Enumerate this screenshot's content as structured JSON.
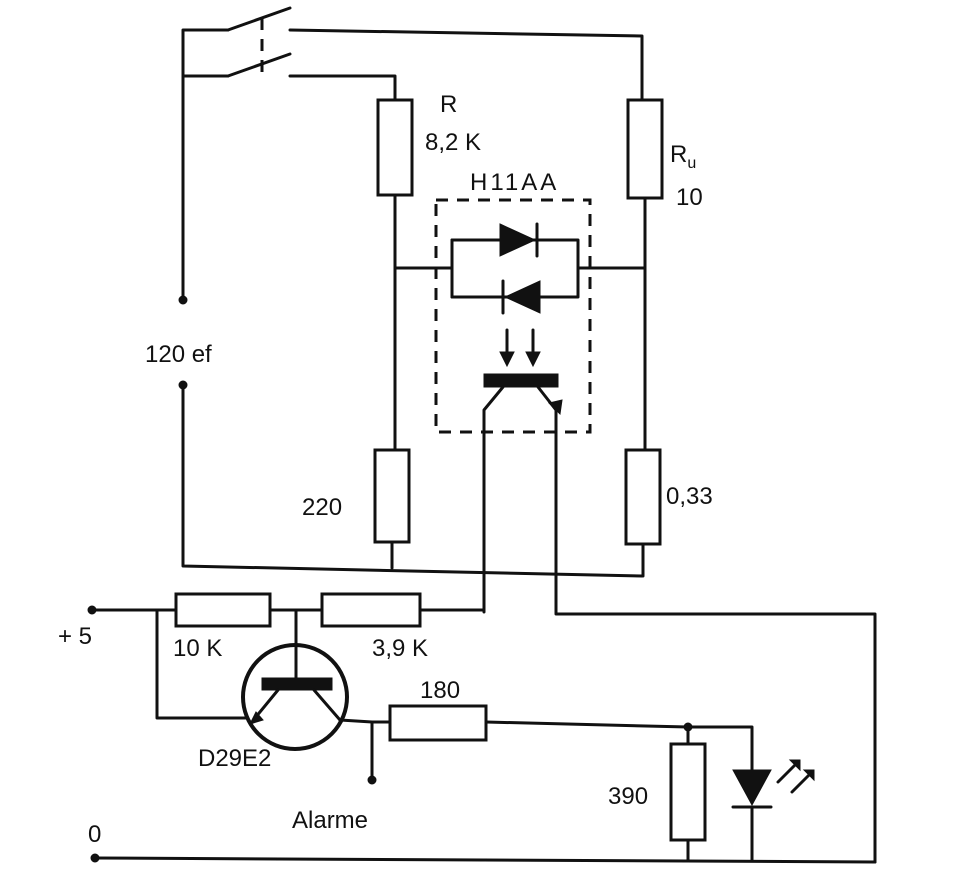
{
  "labels": {
    "r_main": "R",
    "r_main_value": "8,2 K",
    "optocoupler": "H11AA",
    "r_u": "R",
    "r_u_sub": "u",
    "r_u_value": "10",
    "supply_ac": "120 ef",
    "r_220": "220",
    "r_033": "0,33",
    "plus5": "+ 5",
    "zero": "0",
    "r_10k": "10 K",
    "r_39k": "3,9 K",
    "r_180": "180",
    "transistor": "D29E2",
    "alarm": "Alarme",
    "r_390": "390"
  },
  "colors": {
    "ink": "#111111",
    "paper": "#ffffff"
  }
}
